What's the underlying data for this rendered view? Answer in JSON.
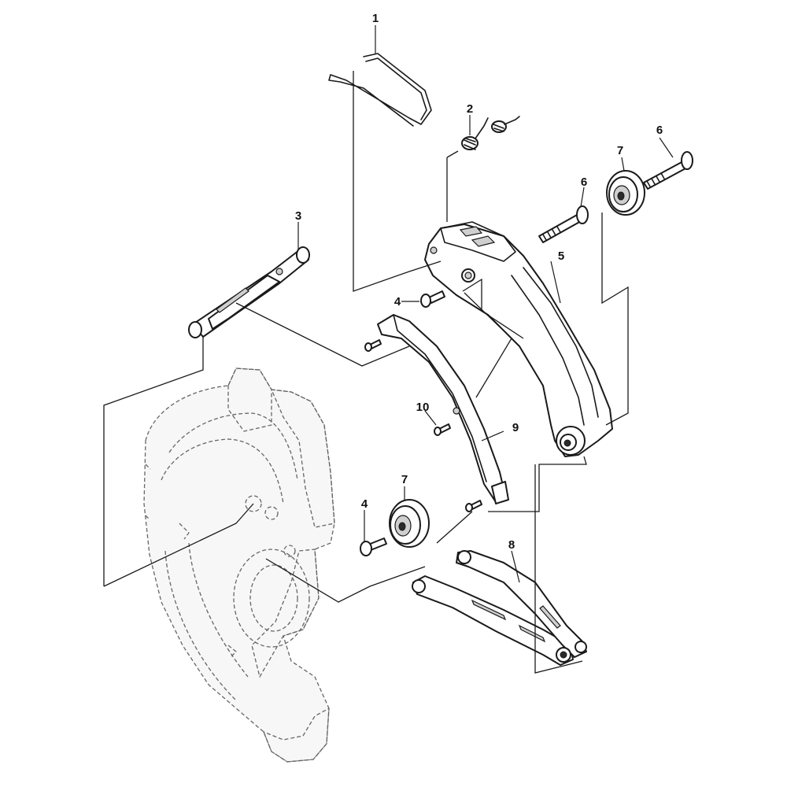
{
  "diagram": {
    "callouts": [
      {
        "id": "c1",
        "label": "1"
      },
      {
        "id": "c2",
        "label": "2"
      },
      {
        "id": "c3",
        "label": "3"
      },
      {
        "id": "c4a",
        "label": "4"
      },
      {
        "id": "c4b",
        "label": "4"
      },
      {
        "id": "c5",
        "label": "5"
      },
      {
        "id": "c6a",
        "label": "6"
      },
      {
        "id": "c6b",
        "label": "6"
      },
      {
        "id": "c7a",
        "label": "7"
      },
      {
        "id": "c7b",
        "label": "7"
      },
      {
        "id": "c8",
        "label": "8"
      },
      {
        "id": "c9",
        "label": "9"
      },
      {
        "id": "c10",
        "label": "10"
      }
    ],
    "colors": {
      "line": "#1a1a1a",
      "ghost": "#666666",
      "shade": "#cfcfcf",
      "background": "#ffffff"
    }
  }
}
